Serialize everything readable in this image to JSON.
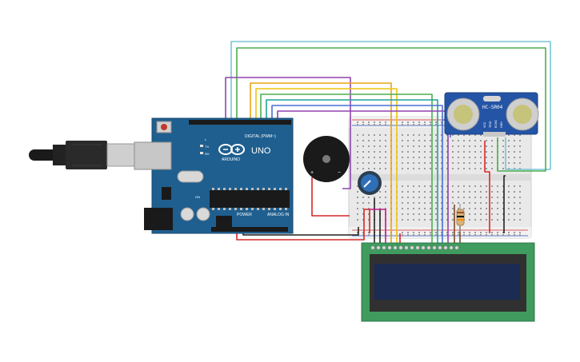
{
  "arduino": {
    "brand": "ARDUINO",
    "model": "UNO",
    "digital_header": "DIGITAL (PWM~)",
    "power_label": "POWER",
    "analog_label": "ANALOG IN",
    "tx_label": "TX",
    "rx_label": "RX",
    "l_label": "L",
    "on_label": "ON",
    "board_color": "#1f5f8f"
  },
  "buzzer": {
    "plus_label": "+",
    "minus_label": "−"
  },
  "ultrasonic": {
    "label": "HC-SR04",
    "pins": [
      "VCC",
      "TRIG",
      "ECHO",
      "GND"
    ],
    "board_color": "#2454a5"
  },
  "lcd": {
    "bezel_color": "#3f9b5e",
    "screen_color": "#1b2b52"
  },
  "wire_colors": {
    "cyan": "#77c6d6",
    "green": "#4caf50",
    "purple": "#8e44ad",
    "orange": "#e8a317",
    "yellow": "#f1c40f",
    "red": "#d62828",
    "black": "#222222",
    "blue": "#4a6fd1",
    "magenta": "#c2188b",
    "brown": "#7b4a2a",
    "teal": "#1fa39a"
  }
}
